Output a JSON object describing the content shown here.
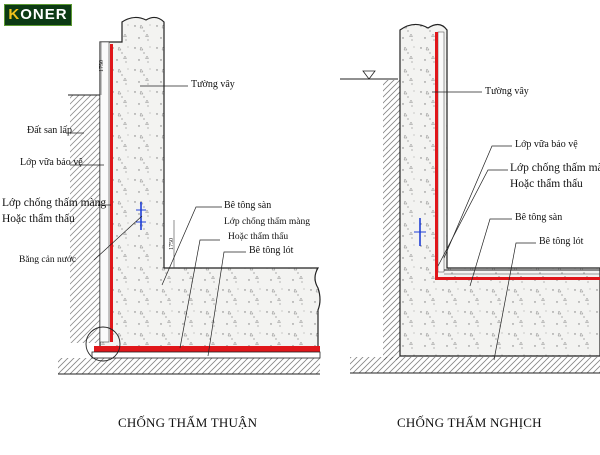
{
  "logo": {
    "first": "K",
    "rest": "ONER"
  },
  "left": {
    "title": "CHỐNG THẤM THUẬN",
    "labels": {
      "tuong_vay": "Tường vây",
      "dat_san_lap": "Đất san lấp",
      "lop_vua_bao_ve": "Lớp vữa bảo vệ",
      "lop_chong_tham_1": "Lớp chống thấm màng",
      "hoac_tham_thau_1": "Hoặc thẩm thấu",
      "bang_can_nuoc": "Băng cản nước",
      "be_tong_san": "Bê tông sàn",
      "lop_chong_tham_2": "Lớp chống thấm màng",
      "hoac_tham_thau_2": "Hoặc thẩm thấu",
      "be_tong_lot": "Bê tông lót"
    },
    "dims": {
      "top": "1750",
      "mid": "1750"
    }
  },
  "right": {
    "title": "CHỐNG THẤM NGHỊCH",
    "labels": {
      "tuong_vay": "Tường vây",
      "lop_vua_bao_ve": "Lớp vữa bảo vệ",
      "lop_chong_tham": "Lớp chống thấm màng",
      "hoac_tham_thau": "Hoặc thẩm thấu",
      "be_tong_san": "Bê tông sàn",
      "be_tong_lot": "Bê tông lót"
    }
  },
  "colors": {
    "membrane": "#e0161a",
    "concrete": "#f3f3f1",
    "line": "#222222",
    "brand_bg": "#0c3a14",
    "brand_k": "#f2c21b"
  }
}
